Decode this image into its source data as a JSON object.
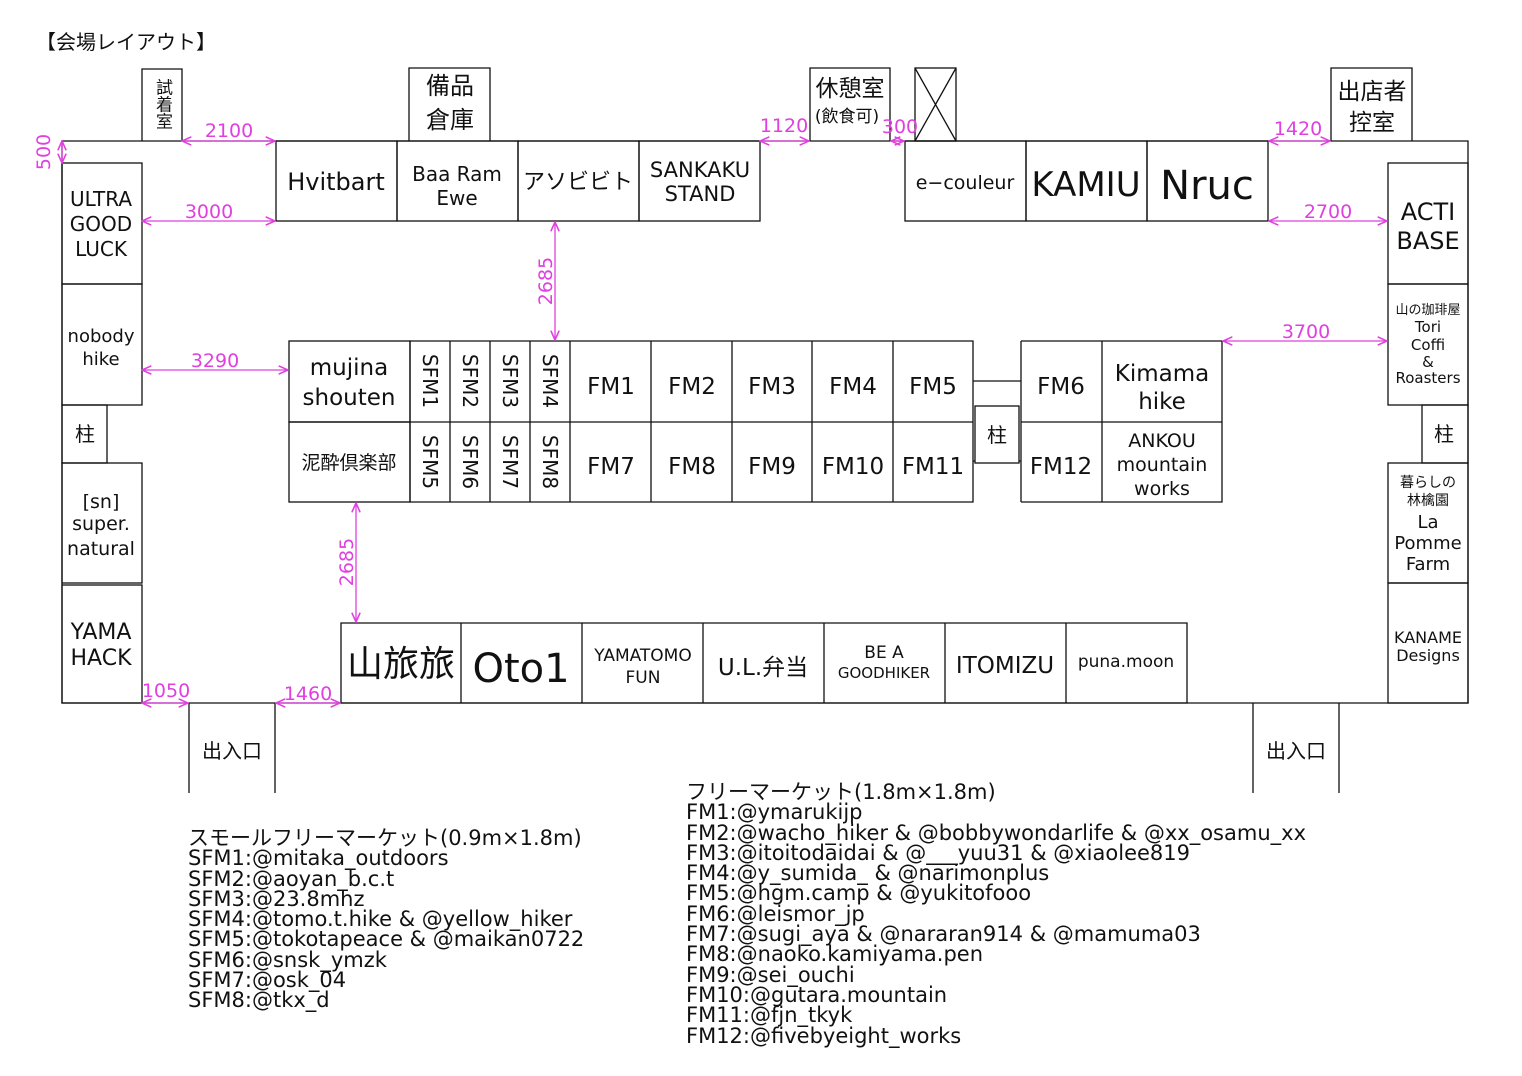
{
  "heading": "【会場レイアウト】",
  "rooms": {
    "fitting": "試着室",
    "storage": [
      "備品",
      "倉庫"
    ],
    "rest": [
      "休憩室",
      "(飲食可)"
    ],
    "vendor_room": [
      "出店者",
      "控室"
    ],
    "pillar": "柱",
    "entrance": "出入口"
  },
  "dimensions": {
    "d500": "500",
    "d2100": "2100",
    "d3000": "3000",
    "d3290": "3290",
    "d2685a": "2685",
    "d2685b": "2685",
    "d1120": "1120",
    "d300": "300",
    "d1420": "1420",
    "d2700": "2700",
    "d3700": "3700",
    "d1050": "1050",
    "d1460": "1460"
  },
  "booths": {
    "hvitbart": "Hvitbart",
    "baa": [
      "Baa  Ram",
      "Ewe"
    ],
    "asobibito": "アソビビト",
    "sankaku": [
      "SANKAKU",
      "STAND"
    ],
    "ecouleur": "e−couleur",
    "kamiu": "KAMIU",
    "nruc": "Nruc",
    "ultra": [
      "ULTRA",
      "GOOD",
      "LUCK"
    ],
    "nobody": [
      "nobody",
      "hike"
    ],
    "sn": [
      "[sn]",
      "super.",
      "natural"
    ],
    "yamahack": [
      "YAMA",
      "HACK"
    ],
    "actibase": [
      "ACTI",
      "BASE"
    ],
    "yamano": [
      "山の珈琲屋",
      "Tori",
      "Coffi",
      "&",
      "Roasters"
    ],
    "kurashi": [
      "暮らしの",
      "林檎園",
      "La",
      "Pomme",
      "Farm"
    ],
    "kaname": [
      "KANAME",
      "Designs"
    ],
    "mujina": [
      "mujina",
      "shouten"
    ],
    "deisui": "泥酔倶楽部",
    "kimama": [
      "Kimama",
      "hike"
    ],
    "ankou": [
      "ANKOU",
      "mountain",
      "works"
    ],
    "yamatabi": "山旅旅",
    "oto1": "Oto1",
    "yamatomo": [
      "YAMATOMO",
      "FUN"
    ],
    "ul": "U.L.弁当",
    "beagood": [
      "BE  A",
      "GOODHIKER"
    ],
    "itomizu": "ITOMIZU",
    "puna": "puna.moon"
  },
  "stalls": {
    "sfm": [
      "SFM1",
      "SFM2",
      "SFM3",
      "SFM4",
      "SFM5",
      "SFM6",
      "SFM7",
      "SFM8"
    ],
    "fm": [
      "FM1",
      "FM2",
      "FM3",
      "FM4",
      "FM5",
      "FM6",
      "FM7",
      "FM8",
      "FM9",
      "FM10",
      "FM11",
      "FM12"
    ]
  },
  "legend_small": {
    "title": "スモールフリーマーケット(0.9m×1.8m)",
    "items": [
      "SFM1:@mitaka_outdoors",
      "SFM2:@aoyan_b.c.t",
      "SFM3:@23.8mhz",
      "SFM4:@tomo.t.hike & @yellow_hiker",
      "SFM5:@tokotapeace & @maikan0722",
      "SFM6:@snsk_ymzk",
      "SFM7:@osk_04",
      "SFM8:@tkx_d"
    ]
  },
  "legend_free": {
    "title": "フリーマーケット(1.8m×1.8m)",
    "items": [
      "FM1:@ymarukijp",
      "FM2:@wacho_hiker & @bobbywondarlife & @xx_osamu_xx",
      "FM3:@itoitodaidai & @___yuu31 & @xiaolee819",
      "FM4:@y_sumida_ & @narimonplus",
      "FM5:@hgm.camp & @yukitofooo",
      "FM6:@leismor_jp",
      "FM7:@sugi_aya & @nararan914 & @mamuma03",
      "FM8:@naoko.kamiyama.pen",
      "FM9:@sei_ouchi",
      "FM10:@gutara.mountain",
      "FM11:@fjn_tkyk",
      "FM12:@fivebyeight_works"
    ]
  },
  "colors": {
    "line": "#111111",
    "dimension": "#e040e0",
    "background": "#ffffff"
  }
}
